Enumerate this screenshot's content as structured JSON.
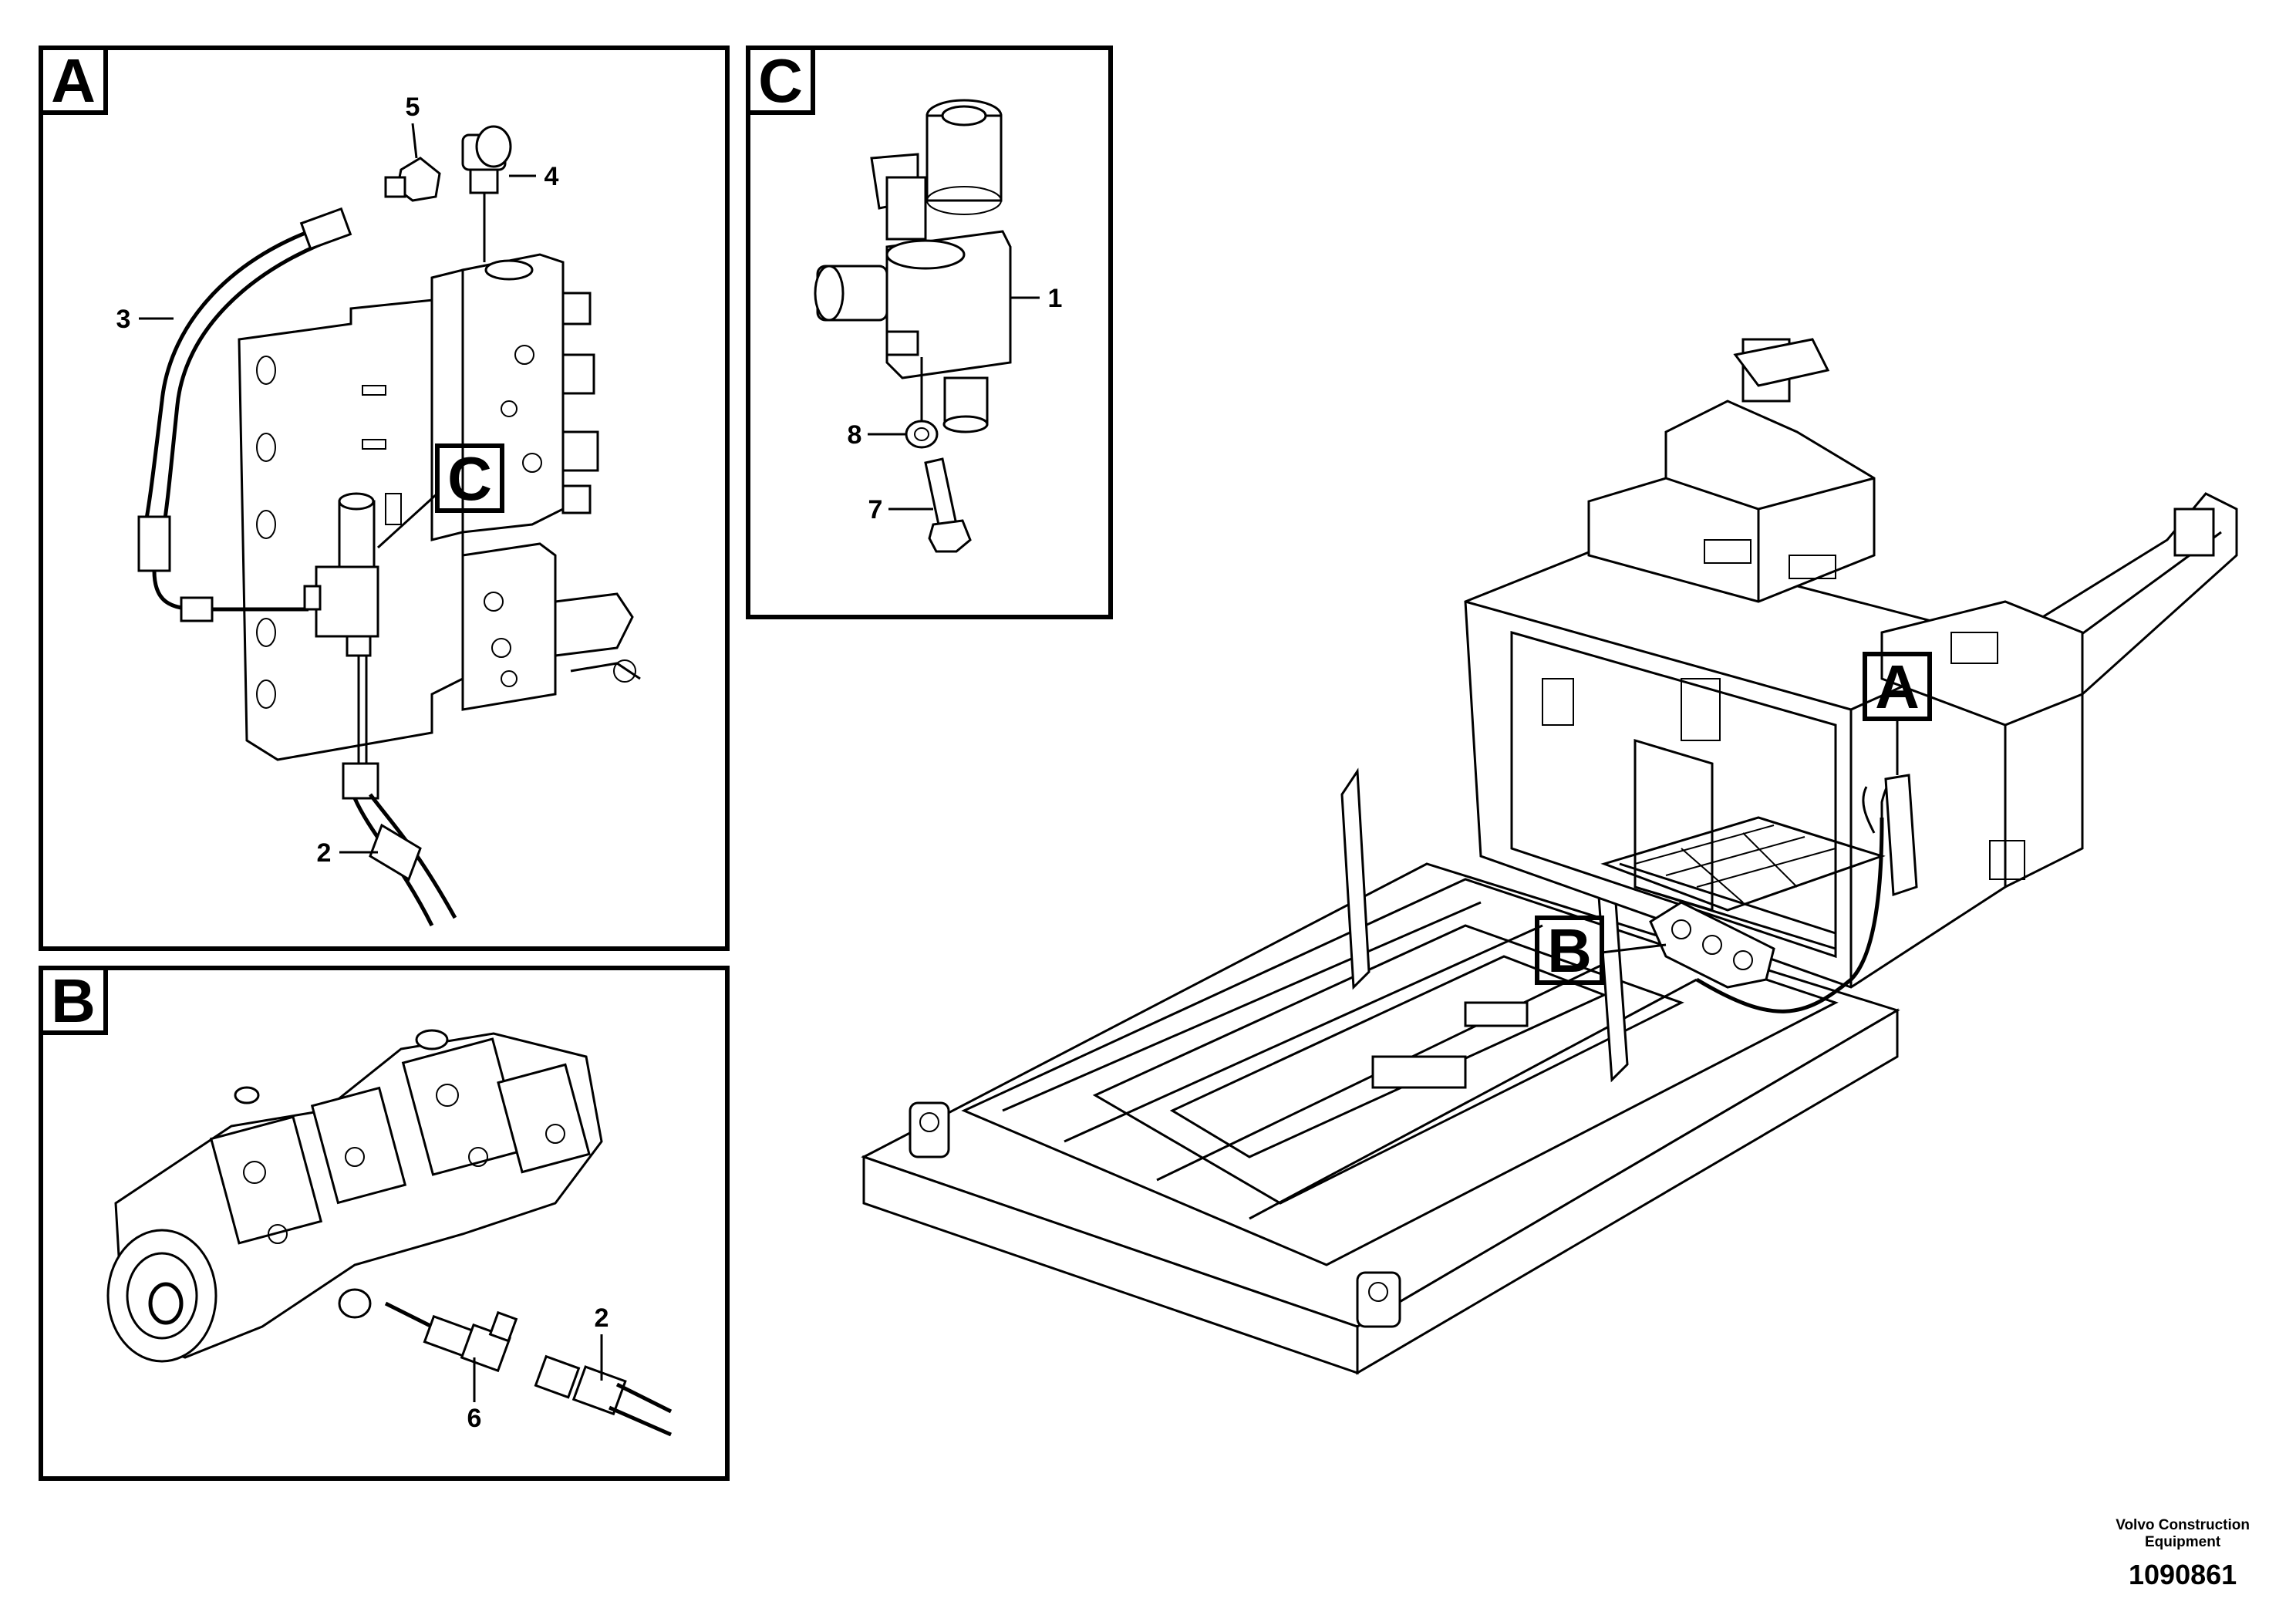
{
  "panels": {
    "a": {
      "letter": "A",
      "callouts": [
        "5",
        "4",
        "3",
        "2"
      ],
      "ref_letter": "C"
    },
    "b": {
      "letter": "B",
      "callouts": [
        "2",
        "6"
      ]
    },
    "c": {
      "letter": "C",
      "callouts": [
        "1",
        "8",
        "7"
      ]
    }
  },
  "overview": {
    "labels": [
      "A",
      "B"
    ]
  },
  "footer": {
    "brand_line1": "Volvo Construction",
    "brand_line2": "Equipment",
    "doc_number": "1090861"
  }
}
